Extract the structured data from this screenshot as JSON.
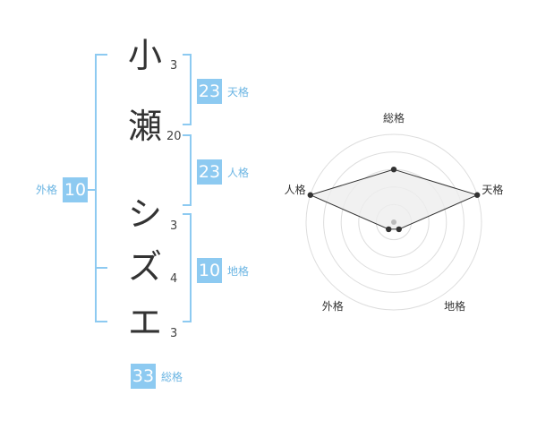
{
  "name": {
    "chars": [
      {
        "char": "小",
        "strokes": "3"
      },
      {
        "char": "瀬",
        "strokes": "20"
      },
      {
        "char": "シ",
        "strokes": "3"
      },
      {
        "char": "ズ",
        "strokes": "4"
      },
      {
        "char": "エ",
        "strokes": "3"
      }
    ]
  },
  "fortune": {
    "tenkaku": {
      "value": "23",
      "label": "天格"
    },
    "jinkaku": {
      "value": "23",
      "label": "人格"
    },
    "chikaku": {
      "value": "10",
      "label": "地格"
    },
    "gaikaku": {
      "value": "10",
      "label": "外格"
    },
    "soukaku": {
      "value": "33",
      "label": "総格"
    }
  },
  "chart_data": {
    "type": "radar",
    "axes": [
      "総格",
      "天格",
      "地格",
      "外格",
      "人格"
    ],
    "values": [
      0.6,
      1.0,
      0.1,
      0.1,
      1.0
    ],
    "rings": 5,
    "colors": {
      "fill": "#eeeeee",
      "line": "#333333",
      "ring": "#dddddd",
      "point": "#333333",
      "center": "#bbbbbb"
    }
  },
  "colors": {
    "accent": "#8dcaf1",
    "label": "#6bb5e3"
  }
}
